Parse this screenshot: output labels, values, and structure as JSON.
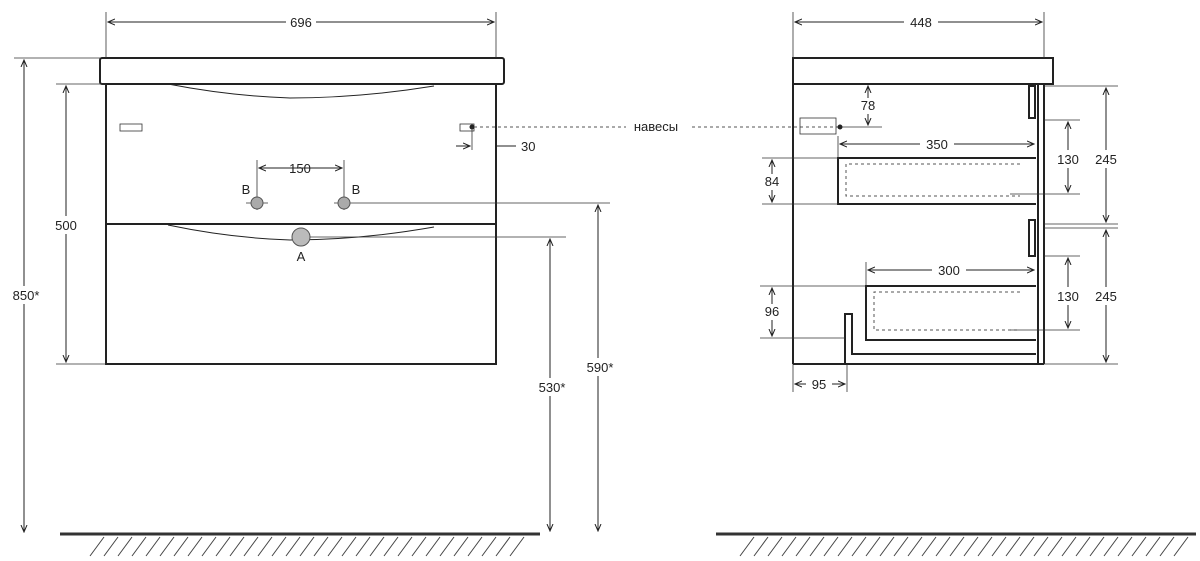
{
  "front_view": {
    "width": "696",
    "height_500": "500",
    "height_850": "850*",
    "height_590": "590*",
    "height_530": "530*",
    "hole_spacing": "150",
    "hole_left_label": "B",
    "hole_right_label": "B",
    "drain_label": "A",
    "hinge_offset": "30"
  },
  "hinges_label": "навесы",
  "side_view": {
    "depth": "448",
    "hinge_top": "78",
    "drawer_top_depth": "350",
    "drawer_top_front": "84",
    "drawer_top_gap": "130",
    "section_top": "245",
    "drawer_bottom_depth": "300",
    "drawer_bottom_front": "96",
    "drawer_bottom_gap": "130",
    "section_bottom": "245",
    "plinth": "95"
  }
}
